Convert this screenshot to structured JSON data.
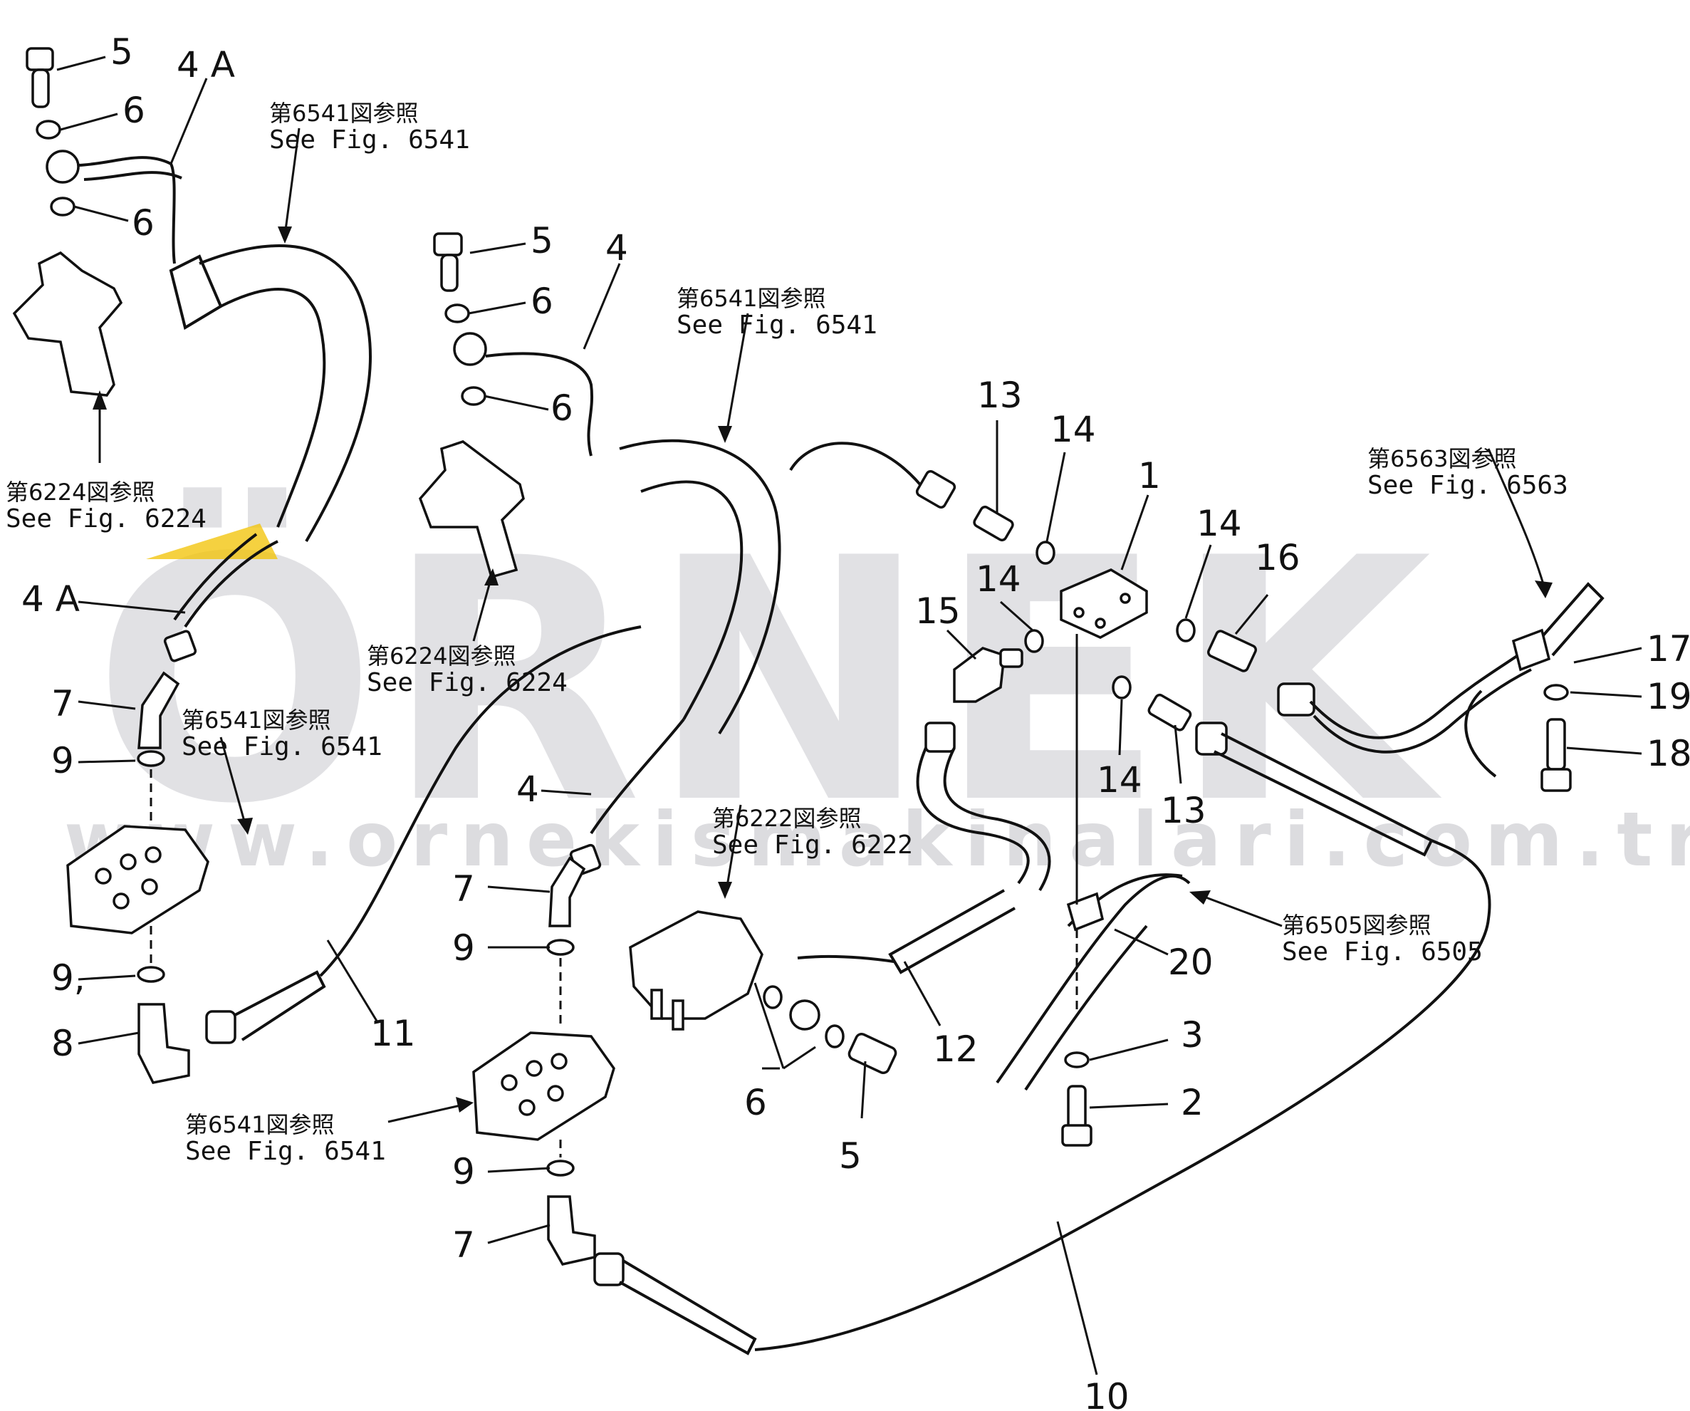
{
  "watermark": {
    "brand": "ÖRNEK",
    "url": "www.ornekismakinalari.com.tr",
    "accent_color": "#f2c200"
  },
  "part_labels": [
    {
      "id": "5a",
      "text": "5"
    },
    {
      "id": "6a",
      "text": "6"
    },
    {
      "id": "6b",
      "text": "6"
    },
    {
      "id": "4Aa",
      "text": "4 A"
    },
    {
      "id": "4Ab",
      "text": "4 A"
    },
    {
      "id": "7a",
      "text": "7"
    },
    {
      "id": "9a",
      "text": "9"
    },
    {
      "id": "9b",
      "text": "9,"
    },
    {
      "id": "8",
      "text": "8"
    },
    {
      "id": "11",
      "text": "11"
    },
    {
      "id": "5b",
      "text": "5"
    },
    {
      "id": "6c",
      "text": "6"
    },
    {
      "id": "4a",
      "text": "4"
    },
    {
      "id": "6d",
      "text": "6"
    },
    {
      "id": "4b",
      "text": "4"
    },
    {
      "id": "7b",
      "text": "7"
    },
    {
      "id": "9c",
      "text": "9"
    },
    {
      "id": "9d",
      "text": "9"
    },
    {
      "id": "7c",
      "text": "7"
    },
    {
      "id": "13a",
      "text": "13"
    },
    {
      "id": "14a",
      "text": "14"
    },
    {
      "id": "1",
      "text": "1"
    },
    {
      "id": "14b",
      "text": "14"
    },
    {
      "id": "16",
      "text": "16"
    },
    {
      "id": "14c",
      "text": "14"
    },
    {
      "id": "15",
      "text": "15"
    },
    {
      "id": "14d",
      "text": "14"
    },
    {
      "id": "13b",
      "text": "13"
    },
    {
      "id": "17",
      "text": "17"
    },
    {
      "id": "19",
      "text": "19"
    },
    {
      "id": "18",
      "text": "18"
    },
    {
      "id": "12",
      "text": "12"
    },
    {
      "id": "6e",
      "text": "6"
    },
    {
      "id": "5c",
      "text": "5"
    },
    {
      "id": "20",
      "text": "20"
    },
    {
      "id": "3",
      "text": "3"
    },
    {
      "id": "2",
      "text": "2"
    },
    {
      "id": "10",
      "text": "10"
    }
  ],
  "figure_refs": [
    {
      "id": "r6541a",
      "jp": "第6541図参照",
      "en": "See  Fig. 6541"
    },
    {
      "id": "r6224a",
      "jp": "第6224図参照",
      "en": "See  Fig. 6224"
    },
    {
      "id": "r6541b",
      "jp": "第6541図参照",
      "en": "See  Fig. 6541"
    },
    {
      "id": "r6541c",
      "jp": "第6541図参照",
      "en": "See  Fig. 6541"
    },
    {
      "id": "r6224b",
      "jp": "第6224図参照",
      "en": "See  Fig. 6224"
    },
    {
      "id": "r6541d",
      "jp": "第6541図参照",
      "en": "See  Fig. 6541"
    },
    {
      "id": "r6222",
      "jp": "第6222図参照",
      "en": "See  Fig. 6222"
    },
    {
      "id": "r6563",
      "jp": "第6563図参照",
      "en": "See  Fig. 6563"
    },
    {
      "id": "r6505",
      "jp": "第6505図参照",
      "en": "See  Fig. 6505"
    }
  ]
}
